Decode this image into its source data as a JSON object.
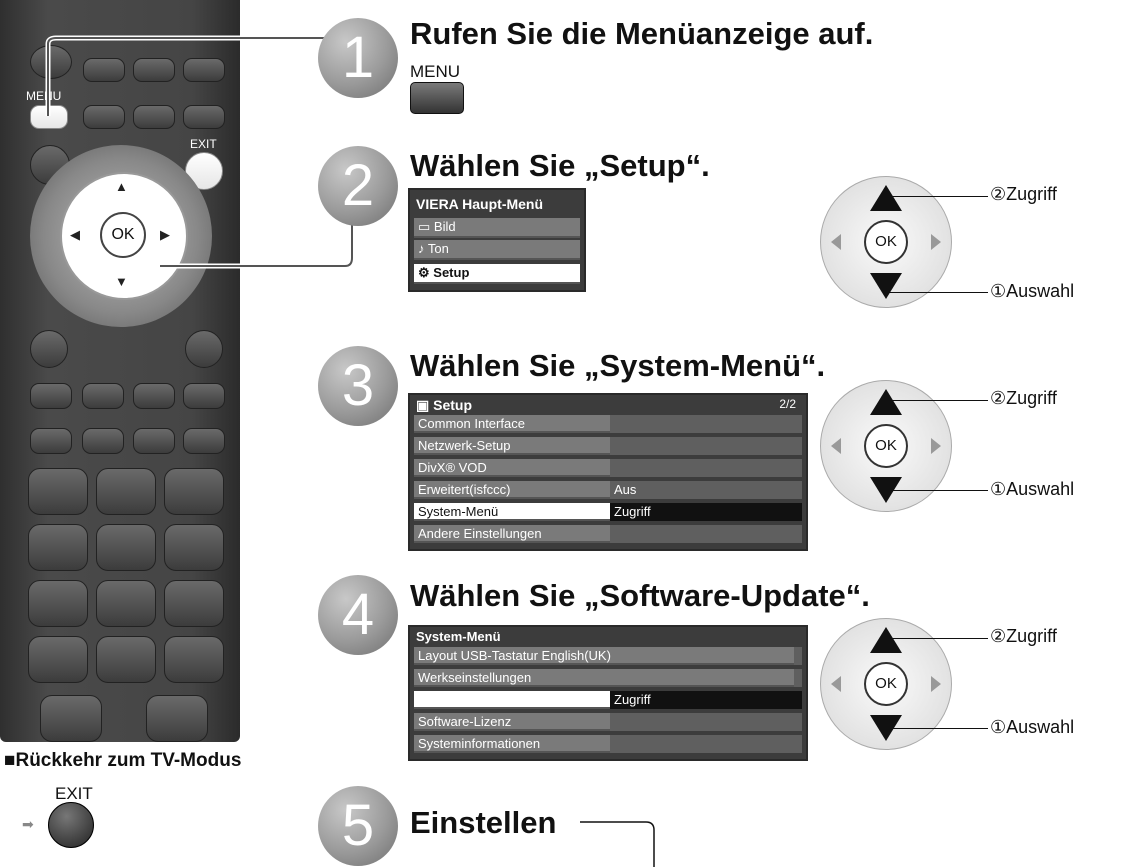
{
  "remote": {
    "menu_label": "MENU",
    "exit_label": "EXIT",
    "ok_label": "OK",
    "return_label": "■Rückkehr zum TV-Modus",
    "return_exit_label": "EXIT"
  },
  "step1": {
    "number": "1",
    "heading": "Rufen Sie die Menüanzeige auf.",
    "button_label": "MENU"
  },
  "step2": {
    "number": "2",
    "heading": "Wählen Sie „Setup“.",
    "menu_title": "VIERA Haupt-Menü",
    "items": [
      "Bild",
      "Ton",
      "Setup"
    ],
    "pad_ok": "OK",
    "label_access": "②Zugriff",
    "label_select": "①Auswahl"
  },
  "step3": {
    "number": "3",
    "heading": "Wählen Sie „System-Menü“.",
    "menu_title": "Setup",
    "page": "2/2",
    "rows": [
      {
        "label": "Common Interface",
        "value": ""
      },
      {
        "label": "Netzwerk-Setup",
        "value": ""
      },
      {
        "label": "DivX® VOD",
        "value": ""
      },
      {
        "label": "Erweitert(isfccc)",
        "value": "Aus"
      },
      {
        "label": "System-Menü",
        "value": "Zugriff"
      },
      {
        "label": "Andere Einstellungen",
        "value": ""
      }
    ],
    "pad_ok": "OK",
    "label_access": "②Zugriff",
    "label_select": "①Auswahl"
  },
  "step4": {
    "number": "4",
    "heading": "Wählen Sie „Software-Update“.",
    "menu_title": "System-Menü",
    "rows": [
      {
        "label": "Layout USB-Tastatur English(UK)",
        "value": ""
      },
      {
        "label": "Werkseinstellungen",
        "value": ""
      },
      {
        "label": "",
        "value": "Zugriff"
      },
      {
        "label": "Software-Lizenz",
        "value": ""
      },
      {
        "label": "Systeminformationen",
        "value": ""
      }
    ],
    "pad_ok": "OK",
    "label_access": "②Zugriff",
    "label_select": "①Auswahl"
  },
  "step5": {
    "number": "5",
    "heading": "Einstellen"
  }
}
